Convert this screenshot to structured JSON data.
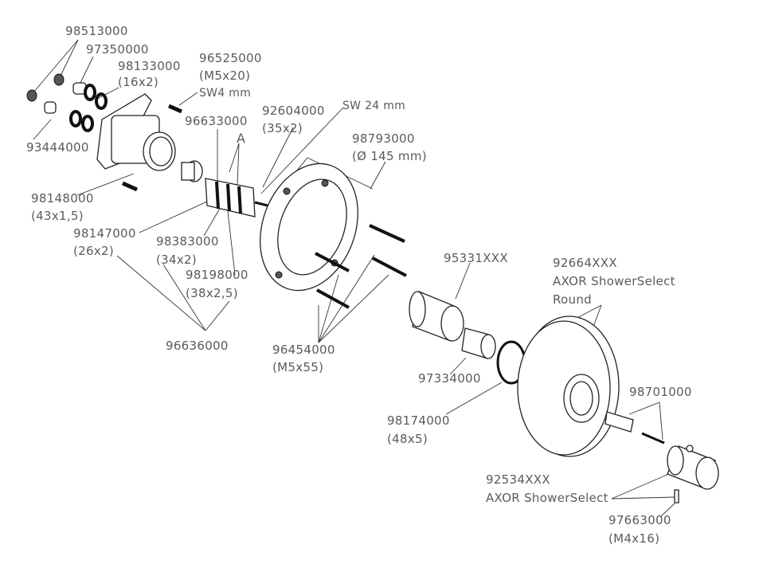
{
  "diagram": {
    "title": "AXOR ShowerSelect Round exploded parts diagram",
    "parts": [
      {
        "id": "p98513000",
        "number": "98513000",
        "spec": ""
      },
      {
        "id": "p97350000",
        "number": "97350000",
        "spec": ""
      },
      {
        "id": "p98133000",
        "number": "98133000",
        "spec": "(16x2)"
      },
      {
        "id": "p93444000",
        "number": "93444000",
        "spec": ""
      },
      {
        "id": "p96525000",
        "number": "96525000",
        "spec": "(M5x20)",
        "extra": "SW4 mm"
      },
      {
        "id": "p96633000",
        "number": "96633000",
        "spec": ""
      },
      {
        "id": "p92604000",
        "number": "92604000",
        "spec": "(35x2)"
      },
      {
        "id": "sw24",
        "number": "SW 24 mm",
        "spec": ""
      },
      {
        "id": "p98793000",
        "number": "98793000",
        "spec": "(Ø 145 mm)"
      },
      {
        "id": "p98148000",
        "number": "98148000",
        "spec": "(43x1,5)"
      },
      {
        "id": "p98147000",
        "number": "98147000",
        "spec": "(26x2)"
      },
      {
        "id": "p98383000",
        "number": "98383000",
        "spec": "(34x2)"
      },
      {
        "id": "p98198000",
        "number": "98198000",
        "spec": "(38x2,5)"
      },
      {
        "id": "p96636000",
        "number": "96636000",
        "spec": ""
      },
      {
        "id": "p96454000",
        "number": "96454000",
        "spec": "(M5x55)"
      },
      {
        "id": "p95331XXX",
        "number": "95331XXX",
        "spec": ""
      },
      {
        "id": "p97334000",
        "number": "97334000",
        "spec": ""
      },
      {
        "id": "p98174000",
        "number": "98174000",
        "spec": "(48x5)"
      },
      {
        "id": "p92664XXX",
        "number": "92664XXX",
        "spec": "AXOR ShowerSelect",
        "extra": "Round"
      },
      {
        "id": "p98701000",
        "number": "98701000",
        "spec": ""
      },
      {
        "id": "p92534XXX",
        "number": "92534XXX",
        "spec": "AXOR ShowerSelect"
      },
      {
        "id": "p97663000",
        "number": "97663000",
        "spec": "(M4x16)"
      }
    ],
    "group_marker": "A"
  }
}
